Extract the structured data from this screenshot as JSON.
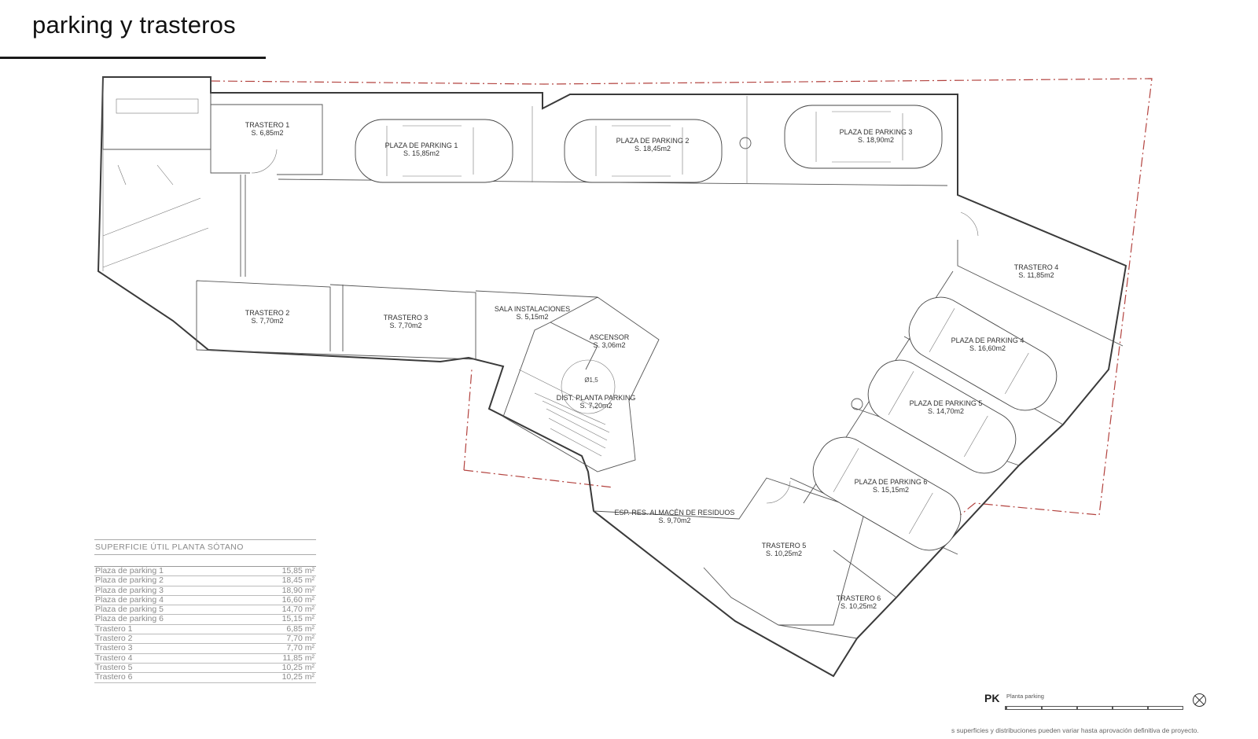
{
  "header": {
    "title": "parking y trasteros"
  },
  "rooms": {
    "trastero_1": {
      "name": "TRASTERO 1",
      "area": "S. 6,85m2"
    },
    "parking_1": {
      "name": "PLAZA DE PARKING 1",
      "area": "S. 15,85m2"
    },
    "parking_2": {
      "name": "PLAZA DE PARKING 2",
      "area": "S. 18,45m2"
    },
    "parking_3": {
      "name": "PLAZA DE PARKING 3",
      "area": "S. 18,90m2"
    },
    "trastero_4": {
      "name": "TRASTERO 4",
      "area": "S. 11,85m2"
    },
    "trastero_2": {
      "name": "TRASTERO 2",
      "area": "S. 7,70m2"
    },
    "trastero_3": {
      "name": "TRASTERO 3",
      "area": "S. 7,70m2"
    },
    "sala": {
      "name": "SALA INSTALACIONES",
      "area": "S. 5,15m2"
    },
    "ascensor": {
      "name": "ASCENSOR",
      "area": "S. 3,06m2"
    },
    "dist": {
      "name": "DIST. PLANTA PARKING",
      "area": "S. 7,20m2",
      "mark": "Ø1,5"
    },
    "parking_4": {
      "name": "PLAZA DE PARKING 4",
      "area": "S. 16,60m2"
    },
    "parking_5": {
      "name": "PLAZA DE PARKING 5",
      "area": "S. 14,70m2"
    },
    "parking_6": {
      "name": "PLAZA DE PARKING 6",
      "area": "S. 15,15m2"
    },
    "residuos": {
      "name": "ESP. RES. ALMACÉN DE RESIDUOS",
      "area": "S. 9,70m2"
    },
    "trastero_5": {
      "name": "TRASTERO 5",
      "area": "S. 10,25m2"
    },
    "trastero_6": {
      "name": "TRASTERO 6",
      "area": "S. 10,25m2"
    }
  },
  "area_table": {
    "heading": "SUPERFICIE ÚTIL PLANTA SÓTANO",
    "rows": [
      {
        "label": "Plaza de parking 1",
        "value": "15,85 m²"
      },
      {
        "label": "Plaza de parking 2",
        "value": "18,45 m²"
      },
      {
        "label": "Plaza de parking 3",
        "value": "18,90 m²"
      },
      {
        "label": "Plaza de parking 4",
        "value": "16,60 m²"
      },
      {
        "label": "Plaza de parking 5",
        "value": "14,70 m²"
      },
      {
        "label": "Plaza de parking 6",
        "value": "15,15 m²"
      },
      {
        "label": "Trastero 1",
        "value": "6,85 m²"
      },
      {
        "label": "Trastero 2",
        "value": "7,70 m²"
      },
      {
        "label": "Trastero 3",
        "value": "7,70 m²"
      },
      {
        "label": "Trastero 4",
        "value": "11,85 m²"
      },
      {
        "label": "Trastero 5",
        "value": "10,25 m²"
      },
      {
        "label": "Trastero 6",
        "value": "10,25 m²"
      }
    ]
  },
  "legend": {
    "code": "PK",
    "plan_name": "Planta parking"
  },
  "footer": {
    "note": "s superficies y distribuciones pueden variar hasta aprovación definitiva de proyecto."
  },
  "colors": {
    "boundary": "#b3433f",
    "walls": "#3a3a3a"
  }
}
